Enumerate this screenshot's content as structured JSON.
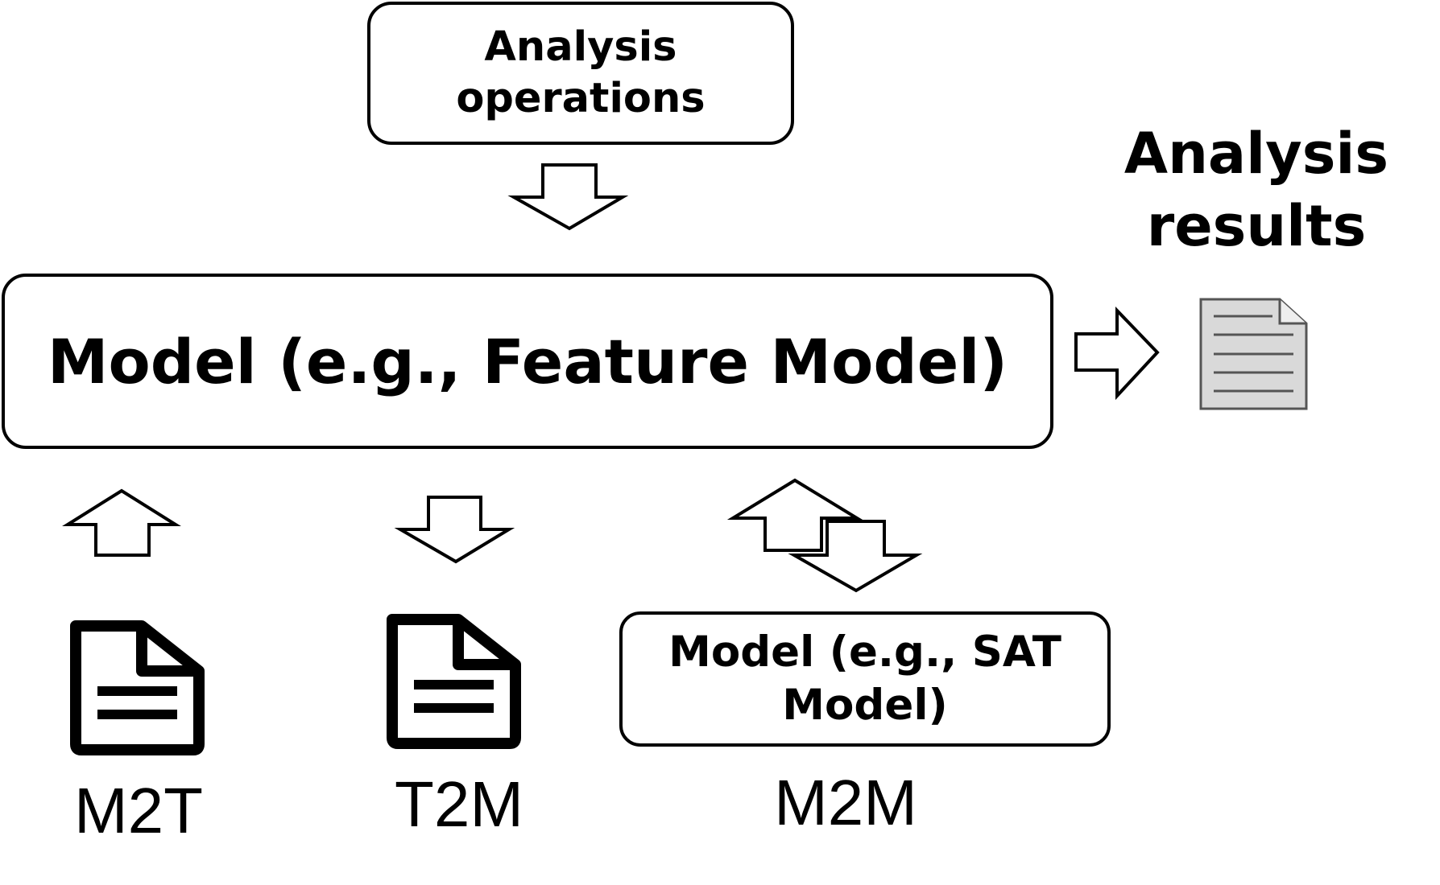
{
  "diagram": {
    "analysis_operations": {
      "line1": "Analysis",
      "line2": "operations"
    },
    "main_model": {
      "label": "Model (e.g., Feature Model)"
    },
    "analysis_results": {
      "line1": "Analysis",
      "line2": "results"
    },
    "sat_model": {
      "line1": "Model (e.g., SAT",
      "line2": "Model)"
    },
    "transformations": [
      {
        "label": "M2T",
        "icon": "text-file-icon"
      },
      {
        "label": "T2M",
        "icon": "text-file-icon"
      },
      {
        "label": "M2M",
        "icon": "model-box"
      }
    ],
    "results_icon": "document-icon"
  },
  "colors": {
    "stroke": "#000000",
    "document_fill": "#d9d9d9",
    "document_lines": "#555555"
  }
}
